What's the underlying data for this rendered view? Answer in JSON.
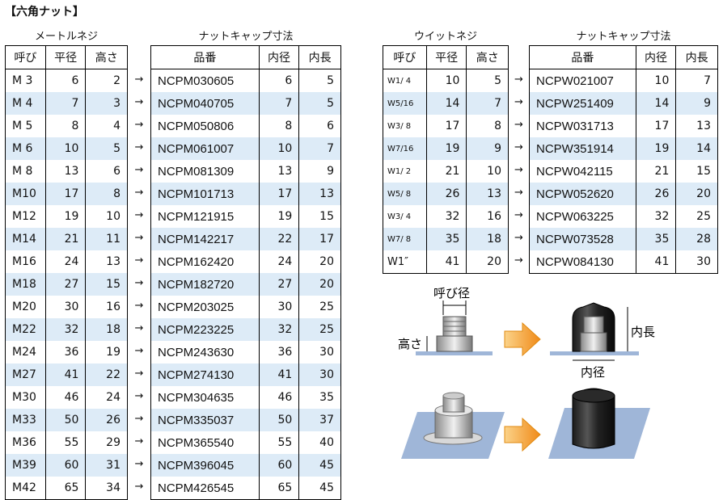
{
  "title": "【六角ナット】",
  "metric": {
    "caption": "メートルネジ",
    "headers": [
      "呼び",
      "平径",
      "高さ"
    ],
    "rows": [
      [
        "M 3",
        "6",
        "2"
      ],
      [
        "M 4",
        "7",
        "3"
      ],
      [
        "M 5",
        "8",
        "4"
      ],
      [
        "M 6",
        "10",
        "5"
      ],
      [
        "M 8",
        "13",
        "6"
      ],
      [
        "M10",
        "17",
        "8"
      ],
      [
        "M12",
        "19",
        "10"
      ],
      [
        "M14",
        "21",
        "11"
      ],
      [
        "M16",
        "24",
        "13"
      ],
      [
        "M18",
        "27",
        "15"
      ],
      [
        "M20",
        "30",
        "16"
      ],
      [
        "M22",
        "32",
        "18"
      ],
      [
        "M24",
        "36",
        "19"
      ],
      [
        "M27",
        "41",
        "22"
      ],
      [
        "M30",
        "46",
        "24"
      ],
      [
        "M33",
        "50",
        "26"
      ],
      [
        "M36",
        "55",
        "29"
      ],
      [
        "M39",
        "60",
        "31"
      ],
      [
        "M42",
        "65",
        "34"
      ]
    ]
  },
  "metric_caps": {
    "caption": "ナットキャップ寸法",
    "headers": [
      "品番",
      "内径",
      "内長"
    ],
    "rows": [
      [
        "NCPM030605",
        "6",
        "5"
      ],
      [
        "NCPM040705",
        "7",
        "5"
      ],
      [
        "NCPM050806",
        "8",
        "6"
      ],
      [
        "NCPM061007",
        "10",
        "7"
      ],
      [
        "NCPM081309",
        "13",
        "9"
      ],
      [
        "NCPM101713",
        "17",
        "13"
      ],
      [
        "NCPM121915",
        "19",
        "15"
      ],
      [
        "NCPM142217",
        "22",
        "17"
      ],
      [
        "NCPM162420",
        "24",
        "20"
      ],
      [
        "NCPM182720",
        "27",
        "20"
      ],
      [
        "NCPM203025",
        "30",
        "25"
      ],
      [
        "NCPM223225",
        "32",
        "25"
      ],
      [
        "NCPM243630",
        "36",
        "30"
      ],
      [
        "NCPM274130",
        "41",
        "30"
      ],
      [
        "NCPM304635",
        "46",
        "35"
      ],
      [
        "NCPM335037",
        "50",
        "37"
      ],
      [
        "NCPM365540",
        "55",
        "40"
      ],
      [
        "NCPM396045",
        "60",
        "45"
      ],
      [
        "NCPM426545",
        "65",
        "45"
      ]
    ]
  },
  "whit": {
    "caption": "ウイットネジ",
    "headers": [
      "呼び",
      "平径",
      "高さ"
    ],
    "rows": [
      [
        "W1/ 4",
        "10",
        "5"
      ],
      [
        "W5/16",
        "14",
        "7"
      ],
      [
        "W3/ 8",
        "17",
        "8"
      ],
      [
        "W7/16",
        "19",
        "9"
      ],
      [
        "W1/ 2",
        "21",
        "10"
      ],
      [
        "W5/ 8",
        "26",
        "13"
      ],
      [
        "W3/ 4",
        "32",
        "16"
      ],
      [
        "W7/ 8",
        "35",
        "18"
      ],
      [
        "W1″",
        "41",
        "20"
      ]
    ]
  },
  "whit_caps": {
    "caption": "ナットキャップ寸法",
    "headers": [
      "品番",
      "内径",
      "内長"
    ],
    "rows": [
      [
        "NCPW021007",
        "10",
        "7"
      ],
      [
        "NCPW251409",
        "14",
        "9"
      ],
      [
        "NCPW031713",
        "17",
        "13"
      ],
      [
        "NCPW351914",
        "19",
        "14"
      ],
      [
        "NCPW042115",
        "21",
        "15"
      ],
      [
        "NCPW052620",
        "26",
        "20"
      ],
      [
        "NCPW063225",
        "32",
        "25"
      ],
      [
        "NCPW073528",
        "35",
        "28"
      ],
      [
        "NCPW084130",
        "41",
        "30"
      ]
    ]
  },
  "arrow_glyph": "→",
  "diagram": {
    "label_call": "呼び径",
    "label_height": "高さ",
    "label_inner_len": "内長",
    "label_inner_dia": "内径"
  },
  "colors": {
    "row_alt": "#ddebf7",
    "arrow": "#f5a623",
    "plate": "#9fb6d8"
  }
}
